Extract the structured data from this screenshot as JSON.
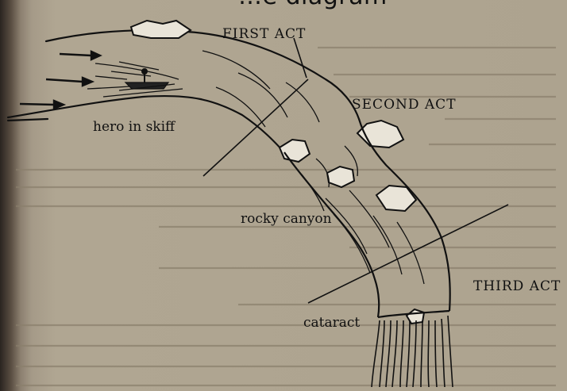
{
  "heading_fragment": "…e diagram",
  "diagram": {
    "labels": {
      "first_act": "FIRST ACT",
      "second_act": "SECOND ACT",
      "third_act": "THIRD ACT",
      "hero_in_skiff": "hero in skiff",
      "rocky_canyon": "rocky canyon",
      "cataract": "cataract"
    }
  },
  "colors": {
    "paper": "#ada38f",
    "ink": "#111111",
    "binding_shadow": "#2a2420"
  }
}
